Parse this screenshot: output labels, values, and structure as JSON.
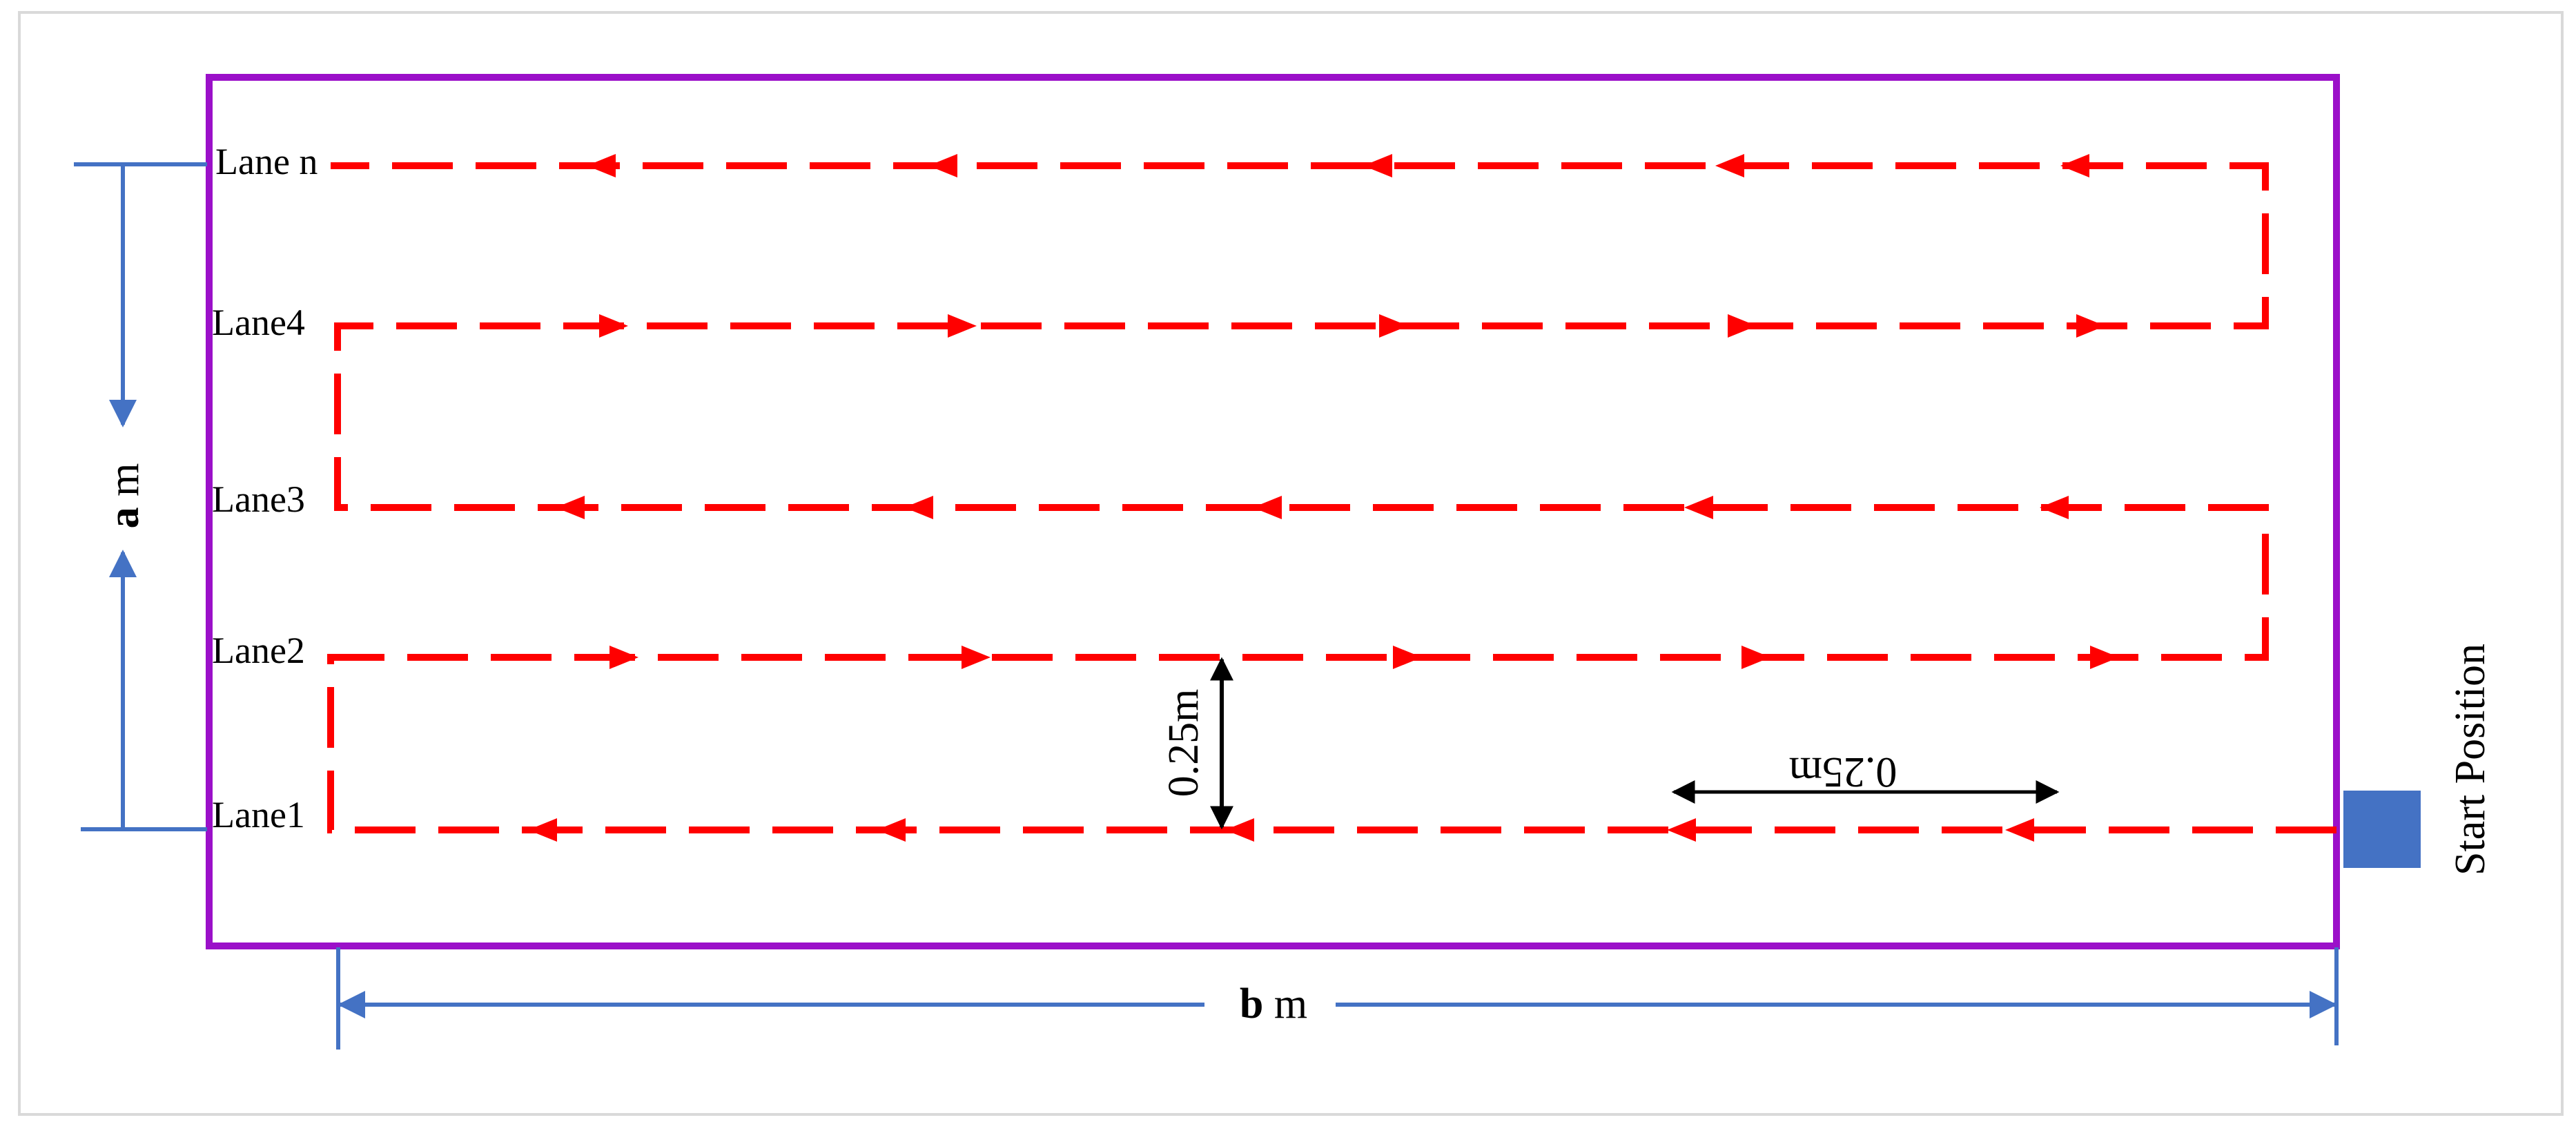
{
  "lanes": [
    "Lane1",
    "Lane2",
    "Lane3",
    "Lane4",
    "Lane n"
  ],
  "dimensions": {
    "a": {
      "var": "a",
      "unit": " m"
    },
    "b": {
      "var": "b",
      "unit": " m"
    },
    "lane_spacing": "0.25m",
    "arrow_spacing": "0.25m"
  },
  "start_label": "Start Position",
  "colors": {
    "boundary": "#9b10c9",
    "path": "#ff0000",
    "dimension_lines": "#4472c4",
    "start_marker": "#4472c4",
    "annotation_arrows": "#000000",
    "frame": "#d9d9d9"
  }
}
